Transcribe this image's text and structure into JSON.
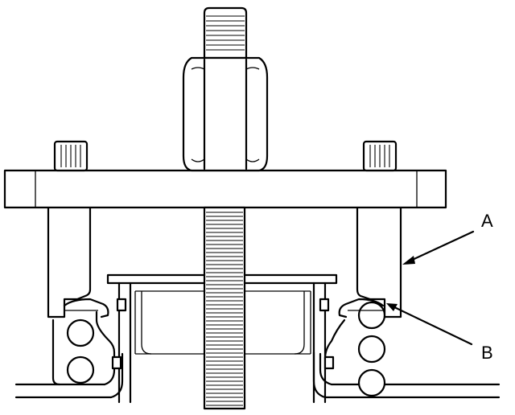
{
  "callouts": [
    {
      "key": "a",
      "label": "A"
    },
    {
      "key": "b",
      "label": "B"
    }
  ]
}
